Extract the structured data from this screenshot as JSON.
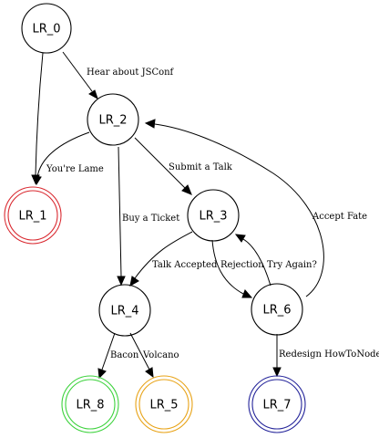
{
  "colors": {
    "default": "#000000",
    "lr_1": "#d9282f",
    "lr_8": "#3cd23c",
    "lr_5": "#e8a317",
    "lr_7": "#24249a"
  },
  "nodes": {
    "lr_0": "LR_0",
    "lr_1": "LR_1",
    "lr_2": "LR_2",
    "lr_3": "LR_3",
    "lr_4": "LR_4",
    "lr_5": "LR_5",
    "lr_6": "LR_6",
    "lr_7": "LR_7",
    "lr_8": "LR_8"
  },
  "edges": {
    "hear_about_jsconf": "Hear about JSConf",
    "youre_lame": "You're Lame",
    "submit_a_talk": "Submit a Talk",
    "buy_a_ticket": "Buy a Ticket",
    "accept_fate": "Accept Fate",
    "talk_accepted": "Talk Accepted",
    "rejection": "Rejection",
    "try_again": "Try Again?",
    "bacon": "Bacon",
    "volcano": "Volcano",
    "redesign_howtonode": "Redesign HowToNode"
  }
}
